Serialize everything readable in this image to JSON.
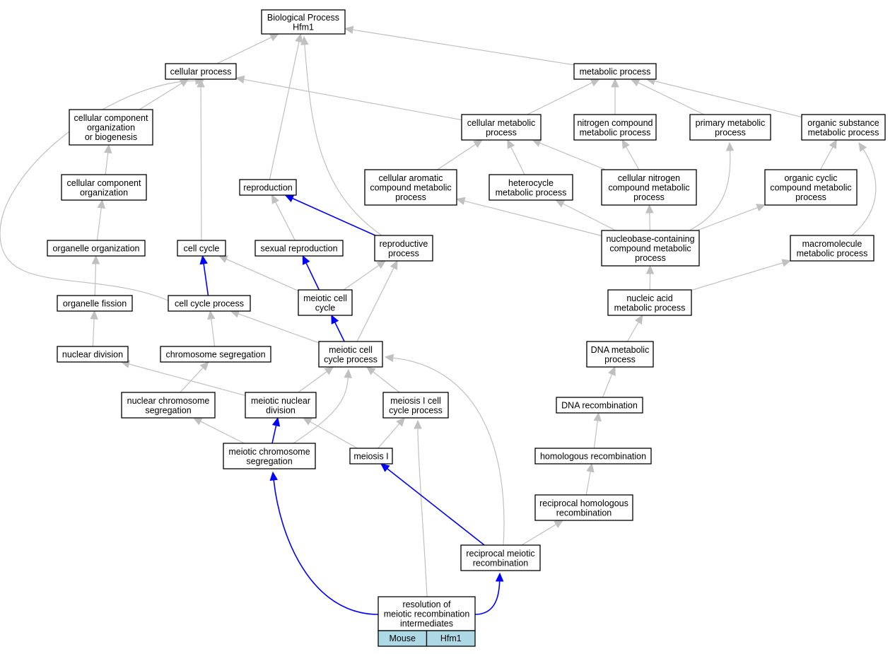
{
  "nodes": {
    "biological_process": {
      "lines": [
        "Biological Process",
        "Hfm1"
      ]
    },
    "cellular_process": {
      "lines": [
        "cellular process"
      ]
    },
    "metabolic_process": {
      "lines": [
        "metabolic process"
      ]
    },
    "ccob": {
      "lines": [
        "cellular component",
        "organization",
        "or biogenesis"
      ]
    },
    "cellular_metabolic_process": {
      "lines": [
        "cellular metabolic",
        "process"
      ]
    },
    "nitrogen_compound_mp": {
      "lines": [
        "nitrogen compound",
        "metabolic process"
      ]
    },
    "primary_metabolic_process": {
      "lines": [
        "primary metabolic",
        "process"
      ]
    },
    "organic_substance_mp": {
      "lines": [
        "organic substance",
        "metabolic process"
      ]
    },
    "cellular_component_org": {
      "lines": [
        "cellular component",
        "organization"
      ]
    },
    "reproduction": {
      "lines": [
        "reproduction"
      ]
    },
    "cellular_aromatic_cmp": {
      "lines": [
        "cellular aromatic",
        "compound metabolic",
        "process"
      ]
    },
    "heterocycle_mp": {
      "lines": [
        "heterocycle",
        "metabolic process"
      ]
    },
    "cellular_nitrogen_cmp": {
      "lines": [
        "cellular nitrogen",
        "compound metabolic",
        "process"
      ]
    },
    "organic_cyclic_cmp": {
      "lines": [
        "organic cyclic",
        "compound metabolic",
        "process"
      ]
    },
    "organelle_organization": {
      "lines": [
        "organelle organization"
      ]
    },
    "cell_cycle": {
      "lines": [
        "cell cycle"
      ]
    },
    "sexual_reproduction": {
      "lines": [
        "sexual reproduction"
      ]
    },
    "reproductive_process": {
      "lines": [
        "reproductive",
        "process"
      ]
    },
    "nucleobase_cmp": {
      "lines": [
        "nucleobase-containing",
        "compound metabolic",
        "process"
      ]
    },
    "macromolecule_mp": {
      "lines": [
        "macromolecule",
        "metabolic process"
      ]
    },
    "organelle_fission": {
      "lines": [
        "organelle fission"
      ]
    },
    "cell_cycle_process": {
      "lines": [
        "cell cycle process"
      ]
    },
    "meiotic_cell_cycle": {
      "lines": [
        "meiotic cell",
        "cycle"
      ]
    },
    "nucleic_acid_mp": {
      "lines": [
        "nucleic acid",
        "metabolic process"
      ]
    },
    "nuclear_division": {
      "lines": [
        "nuclear division"
      ]
    },
    "chromosome_segregation": {
      "lines": [
        "chromosome segregation"
      ]
    },
    "meiotic_cell_cycle_process": {
      "lines": [
        "meiotic cell",
        "cycle process"
      ]
    },
    "dna_metabolic_process": {
      "lines": [
        "DNA metabolic",
        "process"
      ]
    },
    "nuclear_chromosome_seg": {
      "lines": [
        "nuclear chromosome",
        "segregation"
      ]
    },
    "meiotic_nuclear_division": {
      "lines": [
        "meiotic nuclear",
        "division"
      ]
    },
    "meiosis_i_ccp": {
      "lines": [
        "meiosis I cell",
        "cycle process"
      ]
    },
    "dna_recombination": {
      "lines": [
        "DNA recombination"
      ]
    },
    "meiotic_chromosome_seg": {
      "lines": [
        "meiotic chromosome",
        "segregation"
      ]
    },
    "meiosis_i": {
      "lines": [
        "meiosis I"
      ]
    },
    "homologous_recombination": {
      "lines": [
        "homologous recombination"
      ]
    },
    "reciprocal_homologous_rec": {
      "lines": [
        "reciprocal homologous",
        "recombination"
      ]
    },
    "reciprocal_meiotic_rec": {
      "lines": [
        "reciprocal meiotic",
        "recombination"
      ]
    },
    "resolution": {
      "lines": [
        "resolution of",
        "meiotic recombination",
        "intermediates"
      ],
      "cells": [
        "Mouse",
        "Hfm1"
      ]
    }
  },
  "edges": [
    {
      "from": "cellular_process",
      "to": "biological_process",
      "color": "gray"
    },
    {
      "from": "metabolic_process",
      "to": "biological_process",
      "color": "gray"
    },
    {
      "from": "reproduction",
      "to": "biological_process",
      "color": "gray"
    },
    {
      "from": "reproductive_process",
      "to": "biological_process",
      "color": "gray"
    },
    {
      "from": "ccob",
      "to": "cellular_process",
      "color": "gray"
    },
    {
      "from": "cellular_metabolic_process",
      "to": "cellular_process",
      "color": "gray"
    },
    {
      "from": "cell_cycle",
      "to": "cellular_process",
      "color": "gray"
    },
    {
      "from": "cell_cycle_process",
      "to": "cellular_process",
      "color": "gray"
    },
    {
      "from": "cellular_metabolic_process",
      "to": "metabolic_process",
      "color": "gray"
    },
    {
      "from": "nitrogen_compound_mp",
      "to": "metabolic_process",
      "color": "gray"
    },
    {
      "from": "primary_metabolic_process",
      "to": "metabolic_process",
      "color": "gray"
    },
    {
      "from": "organic_substance_mp",
      "to": "metabolic_process",
      "color": "gray"
    },
    {
      "from": "cellular_component_org",
      "to": "ccob",
      "color": "gray"
    },
    {
      "from": "organelle_organization",
      "to": "cellular_component_org",
      "color": "gray"
    },
    {
      "from": "organelle_fission",
      "to": "organelle_organization",
      "color": "gray"
    },
    {
      "from": "nuclear_division",
      "to": "organelle_fission",
      "color": "gray"
    },
    {
      "from": "cellular_aromatic_cmp",
      "to": "cellular_metabolic_process",
      "color": "gray"
    },
    {
      "from": "heterocycle_mp",
      "to": "cellular_metabolic_process",
      "color": "gray"
    },
    {
      "from": "cellular_nitrogen_cmp",
      "to": "cellular_metabolic_process",
      "color": "gray"
    },
    {
      "from": "cellular_nitrogen_cmp",
      "to": "nitrogen_compound_mp",
      "color": "gray"
    },
    {
      "from": "nucleobase_cmp",
      "to": "primary_metabolic_process",
      "color": "gray"
    },
    {
      "from": "organic_cyclic_cmp",
      "to": "organic_substance_mp",
      "color": "gray"
    },
    {
      "from": "macromolecule_mp",
      "to": "organic_substance_mp",
      "color": "gray"
    },
    {
      "from": "nucleobase_cmp",
      "to": "cellular_aromatic_cmp",
      "color": "gray"
    },
    {
      "from": "nucleobase_cmp",
      "to": "heterocycle_mp",
      "color": "gray"
    },
    {
      "from": "nucleobase_cmp",
      "to": "cellular_nitrogen_cmp",
      "color": "gray"
    },
    {
      "from": "nucleobase_cmp",
      "to": "organic_cyclic_cmp",
      "color": "gray"
    },
    {
      "from": "sexual_reproduction",
      "to": "reproduction",
      "color": "gray"
    },
    {
      "from": "reproductive_process",
      "to": "reproduction",
      "color": "blue"
    },
    {
      "from": "cell_cycle_process",
      "to": "cell_cycle",
      "color": "blue"
    },
    {
      "from": "meiotic_cell_cycle",
      "to": "cell_cycle",
      "color": "gray"
    },
    {
      "from": "meiotic_cell_cycle",
      "to": "sexual_reproduction",
      "color": "blue"
    },
    {
      "from": "meiotic_cell_cycle",
      "to": "reproductive_process",
      "color": "gray"
    },
    {
      "from": "meiotic_cell_cycle_process",
      "to": "reproductive_process",
      "color": "gray"
    },
    {
      "from": "nucleic_acid_mp",
      "to": "nucleobase_cmp",
      "color": "gray"
    },
    {
      "from": "nucleic_acid_mp",
      "to": "macromolecule_mp",
      "color": "gray"
    },
    {
      "from": "meiotic_cell_cycle_process",
      "to": "cell_cycle_process",
      "color": "gray"
    },
    {
      "from": "chromosome_segregation",
      "to": "cell_cycle_process",
      "color": "gray"
    },
    {
      "from": "meiotic_cell_cycle_process",
      "to": "meiotic_cell_cycle",
      "color": "blue"
    },
    {
      "from": "dna_metabolic_process",
      "to": "nucleic_acid_mp",
      "color": "gray"
    },
    {
      "from": "meiotic_nuclear_division",
      "to": "nuclear_division",
      "color": "gray"
    },
    {
      "from": "nuclear_chromosome_seg",
      "to": "chromosome_segregation",
      "color": "gray"
    },
    {
      "from": "meiotic_nuclear_division",
      "to": "meiotic_cell_cycle_process",
      "color": "gray"
    },
    {
      "from": "meiosis_i_ccp",
      "to": "meiotic_cell_cycle_process",
      "color": "gray"
    },
    {
      "from": "meiotic_chromosome_seg",
      "to": "meiotic_cell_cycle_process",
      "color": "gray"
    },
    {
      "from": "reciprocal_meiotic_rec",
      "to": "meiotic_cell_cycle_process",
      "color": "gray"
    },
    {
      "from": "dna_recombination",
      "to": "dna_metabolic_process",
      "color": "gray"
    },
    {
      "from": "meiotic_chromosome_seg",
      "to": "nuclear_chromosome_seg",
      "color": "gray"
    },
    {
      "from": "meiotic_chromosome_seg",
      "to": "meiotic_nuclear_division",
      "color": "blue"
    },
    {
      "from": "meiosis_i",
      "to": "meiotic_nuclear_division",
      "color": "gray"
    },
    {
      "from": "meiosis_i",
      "to": "meiosis_i_ccp",
      "color": "gray"
    },
    {
      "from": "resolution",
      "to": "meiosis_i_ccp",
      "color": "gray"
    },
    {
      "from": "homologous_recombination",
      "to": "dna_recombination",
      "color": "gray"
    },
    {
      "from": "reciprocal_homologous_rec",
      "to": "homologous_recombination",
      "color": "gray"
    },
    {
      "from": "reciprocal_meiotic_rec",
      "to": "reciprocal_homologous_rec",
      "color": "gray"
    },
    {
      "from": "reciprocal_meiotic_rec",
      "to": "meiosis_i",
      "color": "blue"
    },
    {
      "from": "resolution",
      "to": "reciprocal_meiotic_rec",
      "color": "blue"
    },
    {
      "from": "resolution",
      "to": "meiotic_chromosome_seg",
      "color": "blue"
    }
  ],
  "colors": {
    "gray_edge": "#c0c0c0",
    "blue_edge": "#0000ff",
    "cell_fill": "#add8e6"
  }
}
